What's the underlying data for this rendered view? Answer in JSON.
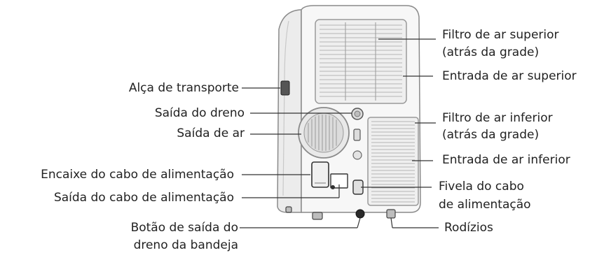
{
  "labels": {
    "filtro_superior_1": "Filtro de ar superior",
    "filtro_superior_2": "(atrás da grade)",
    "entrada_superior": "Entrada de ar superior",
    "alca": "Alça de transporte",
    "saida_dreno": "Saída do dreno",
    "saida_ar": "Saída de ar",
    "filtro_inferior_1": "Filtro de ar inferior",
    "filtro_inferior_2": "(atrás da grade)",
    "entrada_inferior": "Entrada de ar inferior",
    "encaixe_cabo": "Encaixe do cabo de alimentação",
    "saida_cabo": "Saída do cabo de alimentação",
    "fivela_1": "Fivela do cabo",
    "fivela_2": "de alimentação",
    "botao_1": "Botão de saída do",
    "botao_2": "dreno da bandeja",
    "rodizios": "Rodízios"
  },
  "colors": {
    "line": "#333333",
    "body_outline": "#8a8a8a",
    "body_fill": "#f7f7f7",
    "grille": "#b5b5b5",
    "dark": "#2a2a2a"
  }
}
